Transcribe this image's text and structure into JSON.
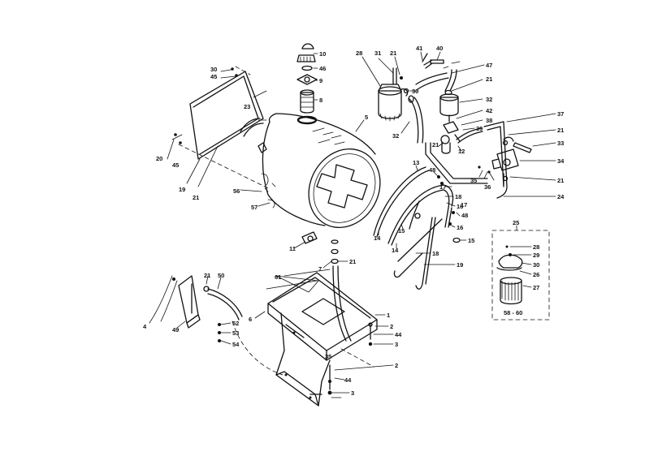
{
  "callouts": [
    {
      "text": "10"
    },
    {
      "text": "46"
    },
    {
      "text": "9"
    },
    {
      "text": "8"
    },
    {
      "text": "5"
    },
    {
      "text": "30"
    },
    {
      "text": "45"
    },
    {
      "text": "23"
    },
    {
      "text": "20"
    },
    {
      "text": "45"
    },
    {
      "text": "19"
    },
    {
      "text": "21"
    },
    {
      "text": "56"
    },
    {
      "text": "57"
    },
    {
      "text": "28"
    },
    {
      "text": "31"
    },
    {
      "text": "21"
    },
    {
      "text": "30"
    },
    {
      "text": "32"
    },
    {
      "text": "41"
    },
    {
      "text": "40"
    },
    {
      "text": "47"
    },
    {
      "text": "21"
    },
    {
      "text": "32"
    },
    {
      "text": "42"
    },
    {
      "text": "38"
    },
    {
      "text": "39"
    },
    {
      "text": "21"
    },
    {
      "text": "12"
    },
    {
      "text": "37"
    },
    {
      "text": "21"
    },
    {
      "text": "33"
    },
    {
      "text": "34"
    },
    {
      "text": "35"
    },
    {
      "text": "36"
    },
    {
      "text": "21"
    },
    {
      "text": "24"
    },
    {
      "text": "13"
    },
    {
      "text": "48"
    },
    {
      "text": "17"
    },
    {
      "text": "18"
    },
    {
      "text": "16"
    },
    {
      "text": "17"
    },
    {
      "text": "48"
    },
    {
      "text": "16"
    },
    {
      "text": "14"
    },
    {
      "text": "15"
    },
    {
      "text": "14"
    },
    {
      "text": "15"
    },
    {
      "text": "18"
    },
    {
      "text": "19"
    },
    {
      "text": "11"
    },
    {
      "text": "7"
    },
    {
      "text": "21"
    },
    {
      "text": "61"
    },
    {
      "text": "6"
    },
    {
      "text": "21"
    },
    {
      "text": "50"
    },
    {
      "text": "4"
    },
    {
      "text": "49"
    },
    {
      "text": "52"
    },
    {
      "text": "53"
    },
    {
      "text": "54"
    },
    {
      "text": "1"
    },
    {
      "text": "2"
    },
    {
      "text": "44"
    },
    {
      "text": "3"
    },
    {
      "text": "35"
    },
    {
      "text": "2"
    },
    {
      "text": "44"
    },
    {
      "text": "3"
    },
    {
      "text": "25"
    },
    {
      "text": "28"
    },
    {
      "text": "29"
    },
    {
      "text": "30"
    },
    {
      "text": "26"
    },
    {
      "text": "27"
    },
    {
      "text": "58 - 60"
    }
  ]
}
